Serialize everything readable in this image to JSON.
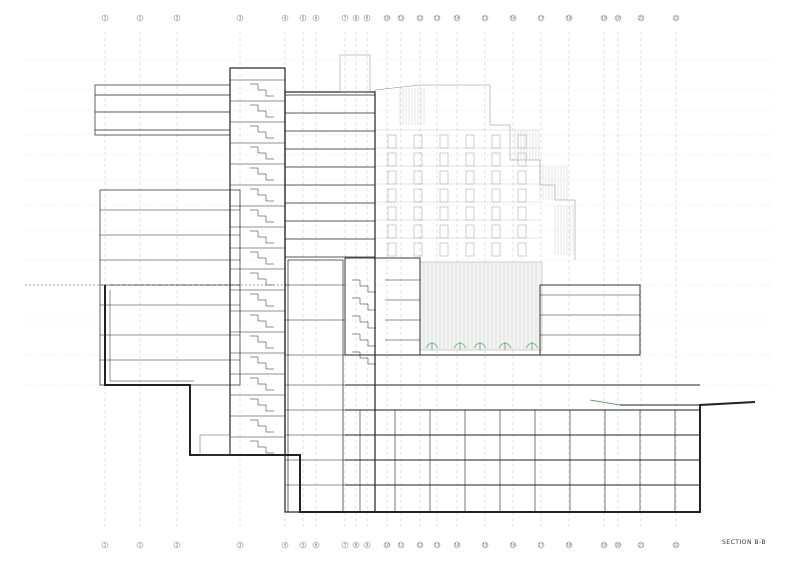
{
  "drawing": {
    "title": "SECTION B-B",
    "grid_labels": [
      "1",
      "1",
      "2",
      "3",
      "4",
      "5",
      "6",
      "7",
      "8",
      "9",
      "10",
      "11",
      "12",
      "13",
      "14",
      "15",
      "16",
      "17",
      "18",
      "19",
      "20",
      "21",
      "22"
    ]
  },
  "colors": {
    "line": "#222222",
    "thin": "#888888",
    "grid": "#b0b0b0",
    "slab": "#777777"
  }
}
